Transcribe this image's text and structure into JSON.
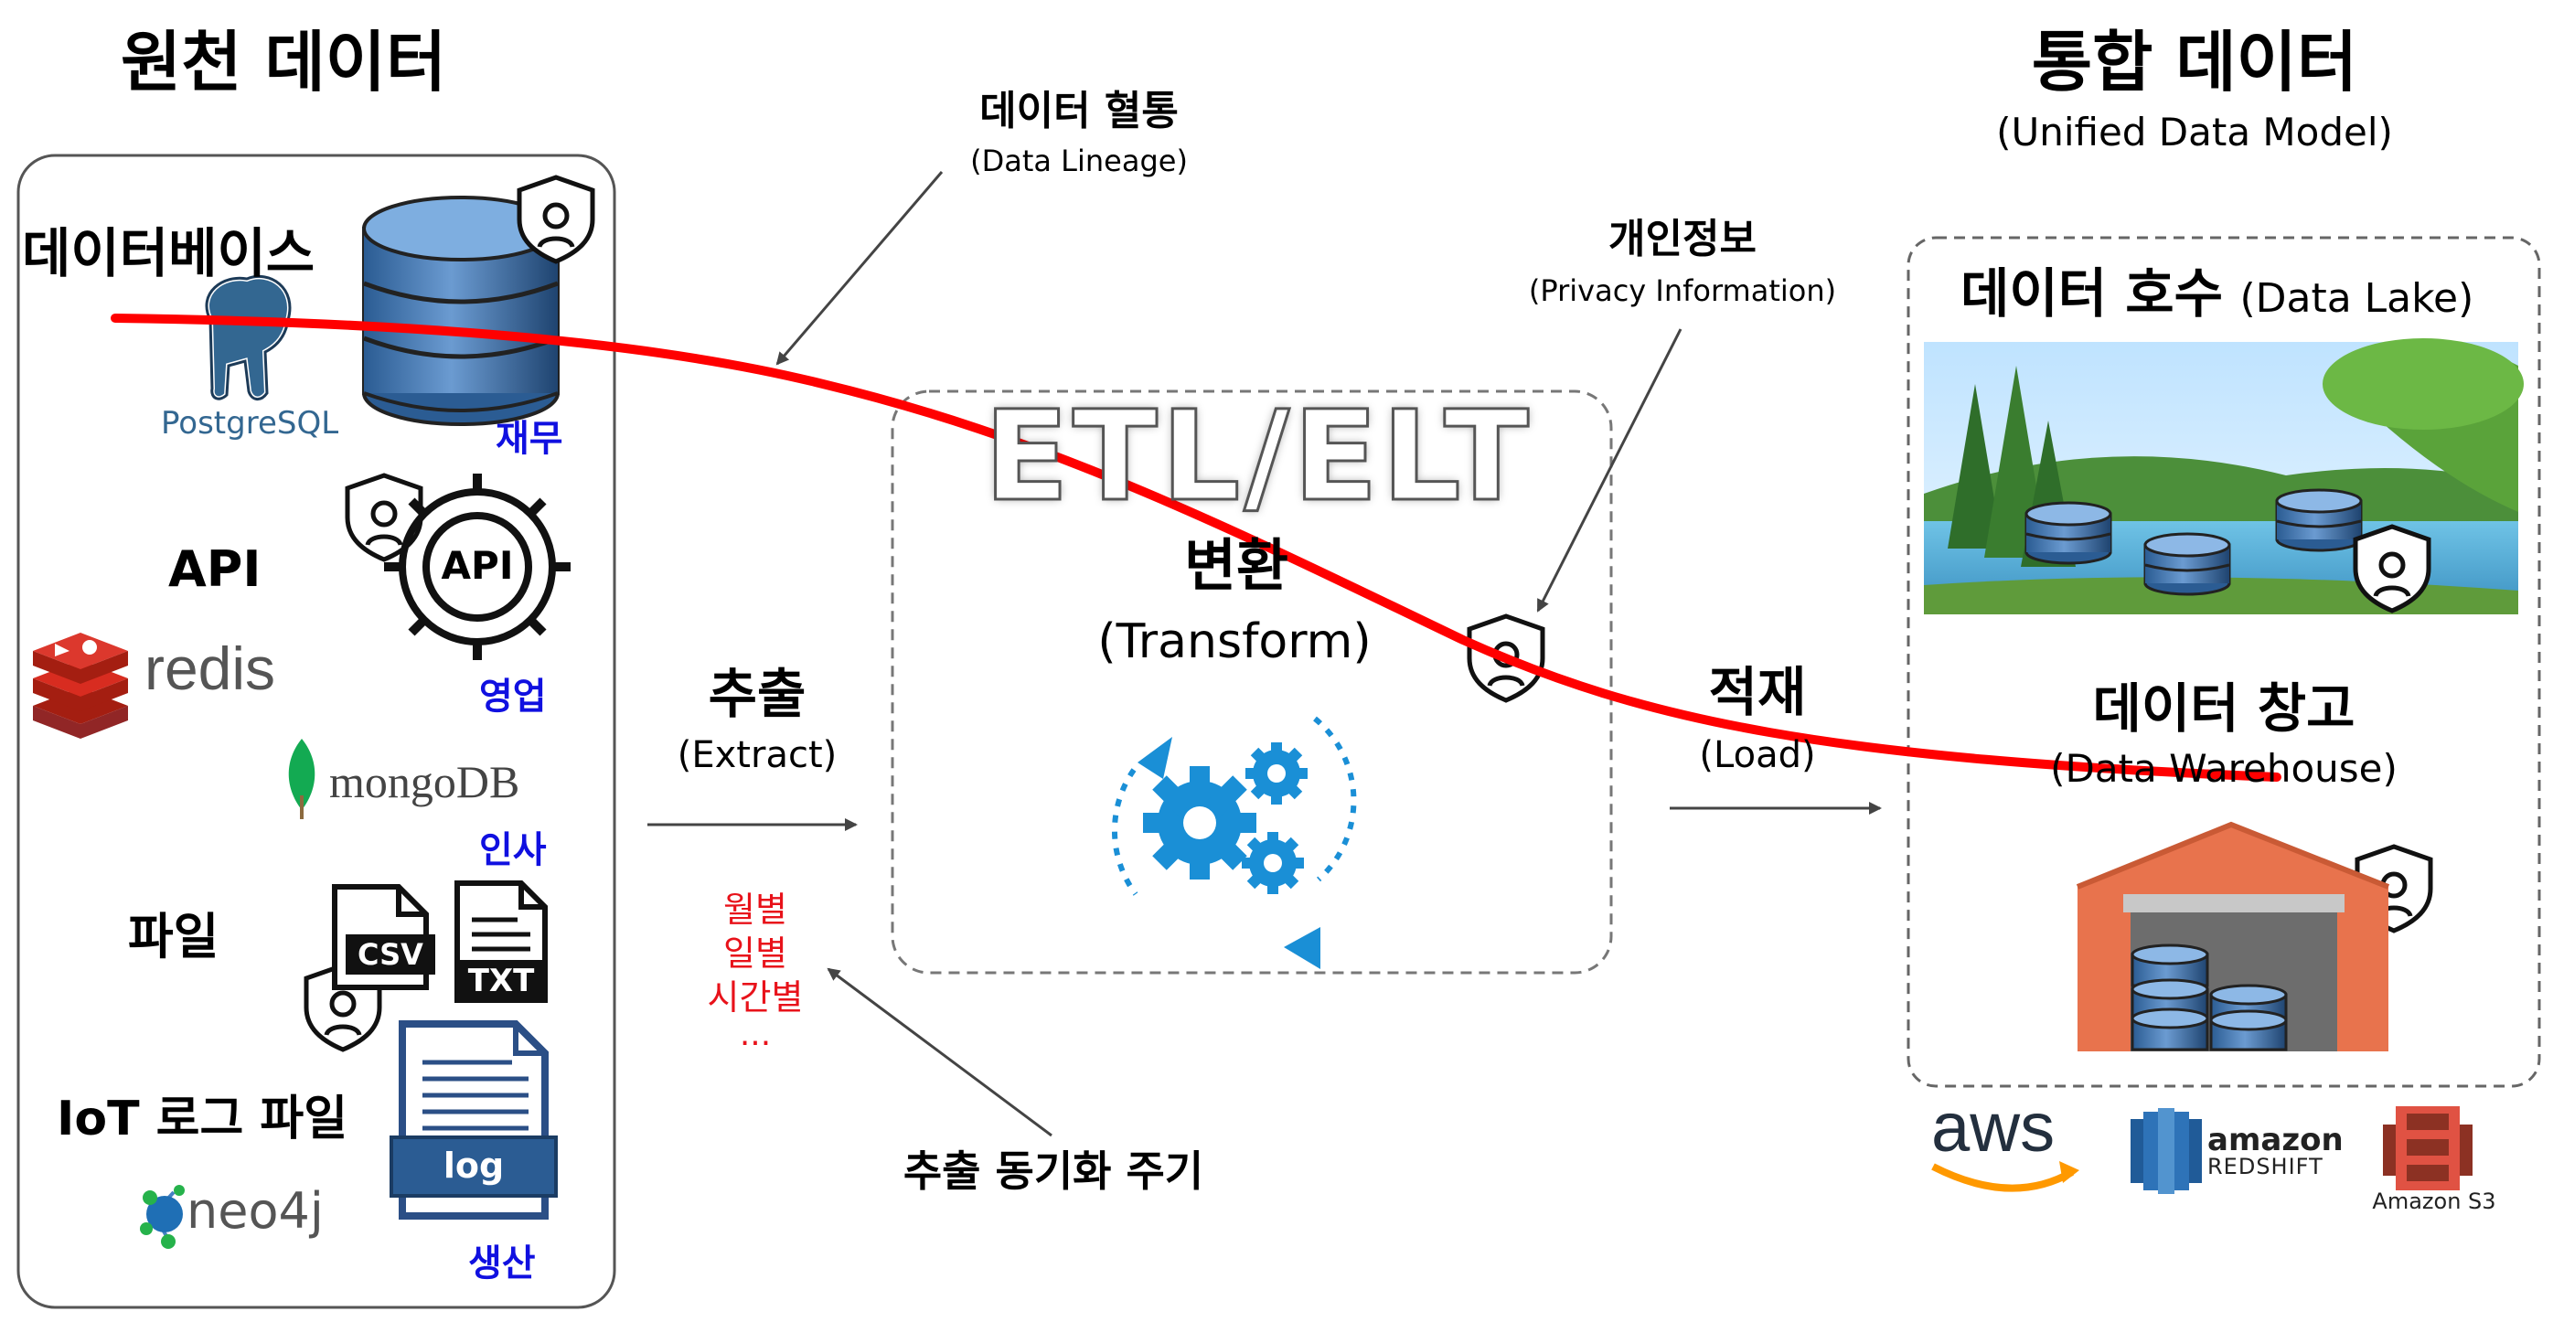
{
  "source": {
    "title": "원천 데이터",
    "database_label": "데이터베이스",
    "postgres_logo": "PostgreSQL",
    "finance_label": "재무",
    "api_label": "API",
    "api_icon_text": "API",
    "redis_logo": "redis",
    "sales_label": "영업",
    "mongo_logo": "mongoDB",
    "hr_label": "인사",
    "file_label": "파일",
    "csv_text": "CSV",
    "txt_text": "TXT",
    "iot_label": "IoT 로그 파일",
    "log_text": "log",
    "neo4j_logo": "neo4j",
    "production_label": "생산"
  },
  "lineage": {
    "title": "데이터 혈통",
    "subtitle": "(Data Lineage)"
  },
  "privacy": {
    "title": "개인정보",
    "subtitle": "(Privacy Information)"
  },
  "etl": {
    "big_title": "ETL/ELT",
    "transform_title": "변환",
    "transform_subtitle": "(Transform)"
  },
  "extract": {
    "title": "추출",
    "subtitle": "(Extract)",
    "cycles": [
      "월별",
      "일별",
      "시간별",
      "..."
    ],
    "sync_label": "추출 동기화 주기"
  },
  "load": {
    "title": "적재",
    "subtitle": "(Load)"
  },
  "target": {
    "title": "통합 데이터",
    "subtitle": "(Unified Data Model)",
    "lake_title": "데이터 호수",
    "lake_subtitle": "(Data Lake)",
    "warehouse_title": "데이터 창고",
    "warehouse_subtitle": "(Data Warehouse)",
    "aws_logo": "aws",
    "redshift_top": "amazon",
    "redshift_bottom": "REDSHIFT",
    "s3_label": "Amazon S3"
  },
  "colors": {
    "lineage_line": "#ff0000",
    "business_label": "#1010e0",
    "cycle_text": "#e8121a",
    "gear_blue": "#1a8fd6",
    "warehouse": "#e8734d"
  }
}
